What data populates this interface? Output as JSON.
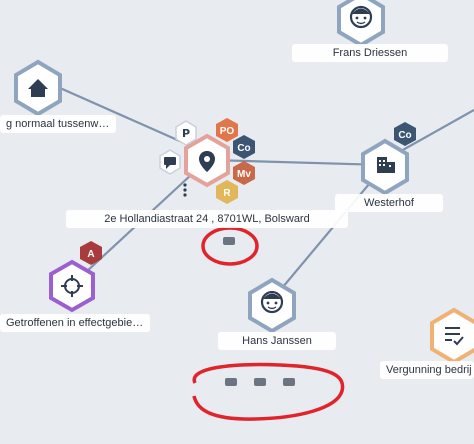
{
  "graph": {
    "address_label": "2e Hollandiastraat 24 , 8701WL, Bolsward",
    "nodes": {
      "frans": {
        "label": "Frans Driessen",
        "icon": "person-icon"
      },
      "house": {
        "label": "g normaal tussenw…",
        "icon": "house-icon"
      },
      "westerhof": {
        "label": "Westerhof",
        "icon": "building-icon",
        "badge": "Co"
      },
      "target": {
        "label": "Getroffenen in effectgebie…",
        "icon": "crosshair-icon",
        "badge": "A"
      },
      "hans": {
        "label": "Hans Janssen",
        "icon": "person-icon"
      },
      "vergunning": {
        "label": "Vergunning bedrij",
        "icon": "document-check-icon"
      }
    },
    "center_badges": [
      "PO",
      "Co",
      "Mv",
      "R"
    ],
    "colors": {
      "edge": "#7f93ad",
      "node_ring": "#8fa4be",
      "center_ring": "#e3a29a",
      "target_ring": "#9b5fd0",
      "doc_ring": "#f0b272",
      "badge_po": "#e0764a",
      "badge_co": "#3b5573",
      "badge_mv": "#c8694a",
      "badge_r": "#e2b65a",
      "badge_a": "#a83c3c",
      "annotation": "#e0242b"
    }
  }
}
